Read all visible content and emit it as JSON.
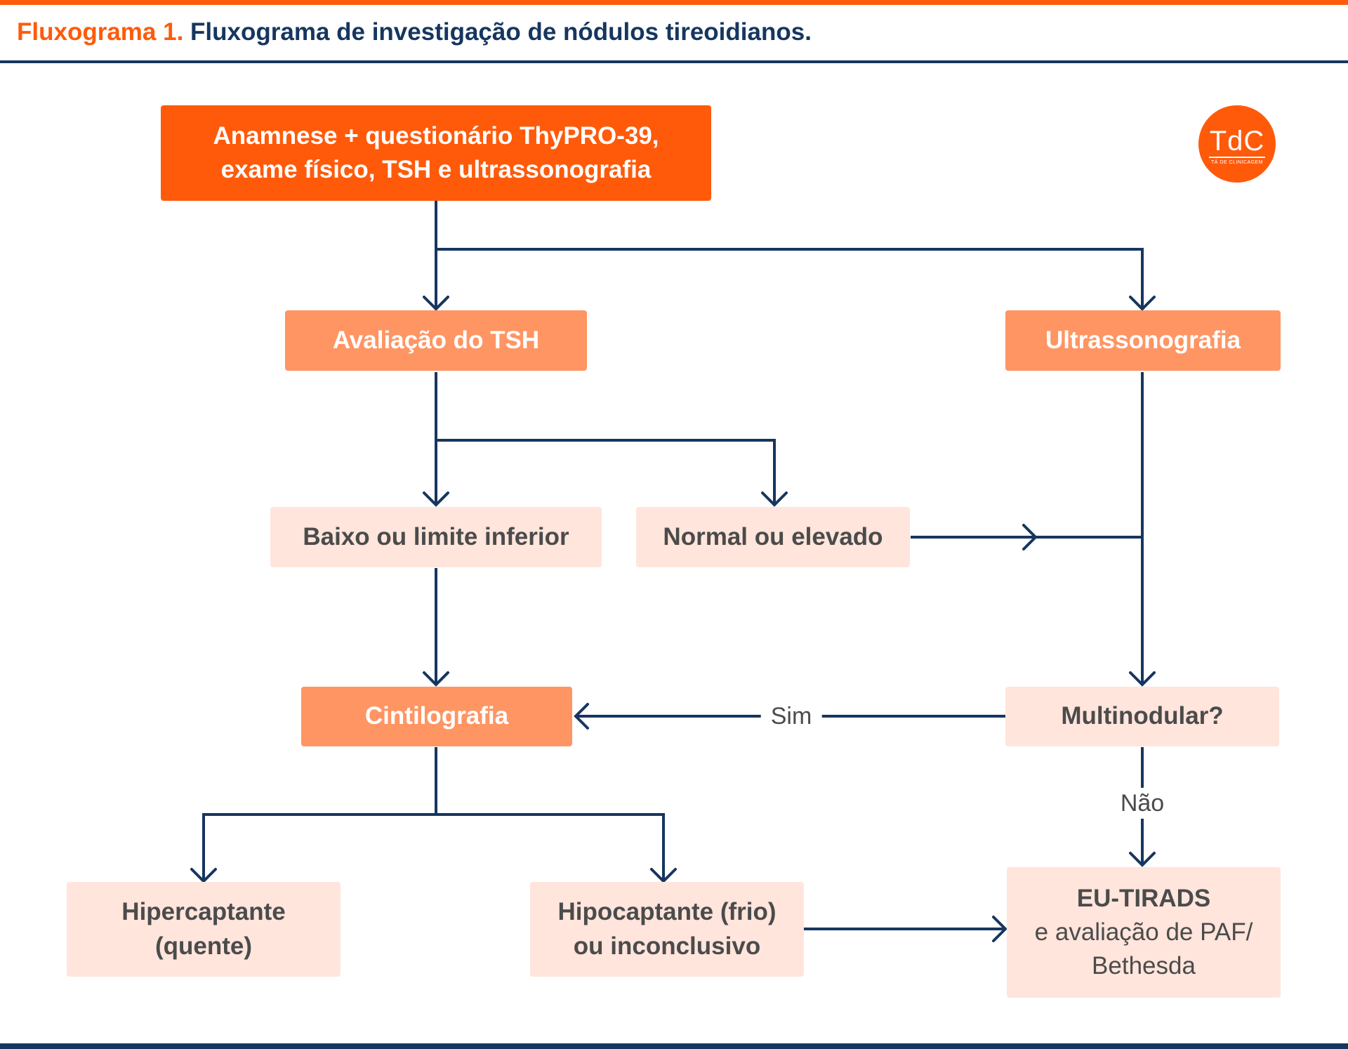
{
  "header": {
    "label": "Fluxograma 1.",
    "title": "Fluxograma de investigação de nódulos tireoidianos."
  },
  "logo": {
    "text": "TdC",
    "subtext": "TÁ DE CLINICAGEM"
  },
  "nodes": {
    "start": {
      "line1": "Anamnese + questionário ThyPRO-39,",
      "line2": "exame físico, TSH e ultrassonografia"
    },
    "tsh": "Avaliação do TSH",
    "ultrasound": "Ultrassonografia",
    "low": "Baixo ou limite inferior",
    "normal": "Normal ou elevado",
    "scintigraphy": "Cintilografia",
    "multinodular": "Multinodular?",
    "hot": {
      "line1": "Hipercaptante",
      "line2": "(quente)"
    },
    "cold": {
      "line1": "Hipocaptante (frio)",
      "line2": "ou inconclusivo"
    },
    "eutirads": {
      "title": "EU-TIRADS",
      "line1": "e avaliação de PAF/",
      "line2": "Bethesda"
    }
  },
  "edge_labels": {
    "yes": "Sim",
    "no": "Não"
  },
  "colors": {
    "primary_orange": "#ff5a0a",
    "mid_orange": "#ff9563",
    "light_peach": "#ffe5dc",
    "navy": "#16365f",
    "text_gray": "#4b4b4b"
  }
}
